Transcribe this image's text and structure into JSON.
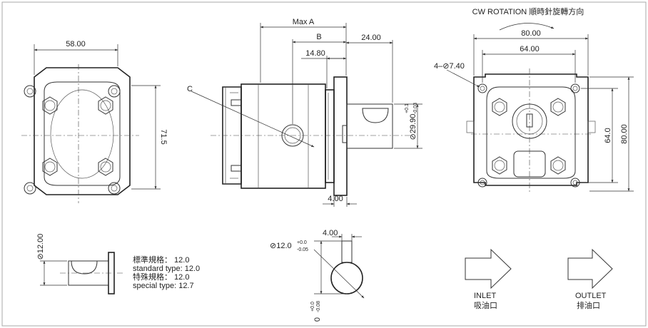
{
  "header": {
    "rotation_label": "CW  ROTATION 順時針旋轉方向"
  },
  "front_view": {
    "width_dim": "58.00",
    "height_dim": "71.5"
  },
  "side_view": {
    "max_a": "Max A",
    "b": "B",
    "d_14_80": "14.80",
    "d_24_00": "24.00",
    "d_4_00": "4.00",
    "c": "C",
    "shaft_dia": "⊘29.90",
    "shaft_tol_upper": "+0.1",
    "shaft_tol_lower": "-0.03"
  },
  "rear_view": {
    "bolt_holes": "4–⊘7.40",
    "outer_width": "80.00",
    "inner_width": "64.00",
    "inner_height": "64.0",
    "outer_height": "80.00"
  },
  "shaft_detail": {
    "dia_label": "⊘12.00",
    "spec_line1": "標準規格： 12.0",
    "spec_line2": "standard type:   12.0",
    "spec_line3": "特殊規格：   12.0",
    "spec_line4": "special type:  12.7"
  },
  "key_detail": {
    "width_dim": "4.00",
    "dia_label": "⊘12.0",
    "dia_tol_upper": "+0.0",
    "dia_tol_lower": "-0.05",
    "bottom_tol_upper": "+0.0",
    "bottom_tol_lower": "-0.08",
    "bottom_value": "0"
  },
  "ports": {
    "inlet_en": "INLET",
    "inlet_zh": "吸油口",
    "outlet_en": "OUTLET",
    "outlet_zh": "排油口"
  }
}
